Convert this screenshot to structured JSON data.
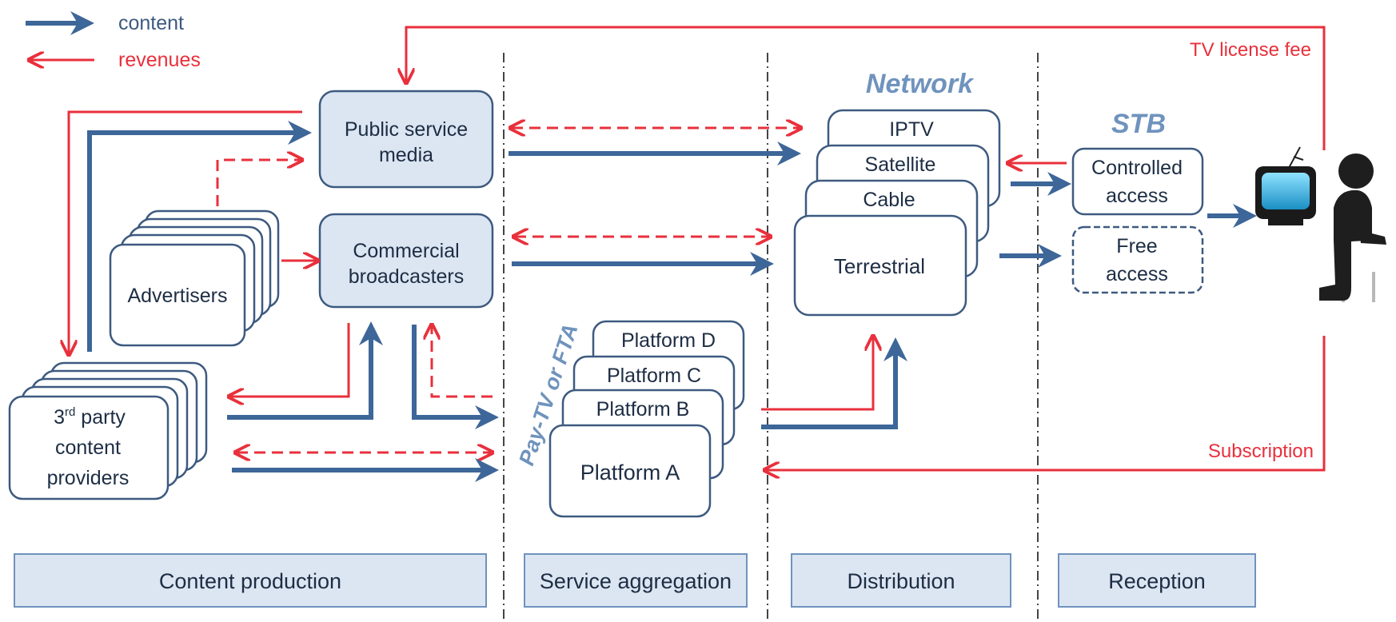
{
  "legend": {
    "content_label": "content",
    "revenues_label": "revenues"
  },
  "colors": {
    "content": "#3d6699",
    "revenue": "#e8303c",
    "box_fill_blue": "#dce6f2",
    "box_stroke": "#3d5a80",
    "heading": "#6f93bd",
    "label_text": "#1d2d44"
  },
  "nodes": {
    "public_service_media": [
      "Public service",
      "media"
    ],
    "commercial_broadcasters": [
      "Commercial",
      "broadcasters"
    ],
    "advertisers": "Advertisers",
    "third_party": {
      "line1_pre": "3",
      "line1_sup": "rd",
      "line1_post": " party",
      "line2": "content",
      "line3": "providers"
    },
    "platforms": [
      "Platform D",
      "Platform C",
      "Platform B",
      "Platform A"
    ],
    "pay_tv_label": "Pay-TV or FTA",
    "network_heading": "Network",
    "networks": [
      "IPTV",
      "Satellite",
      "Cable",
      "Terrestrial"
    ],
    "stb_heading": "STB",
    "controlled_access": [
      "Controlled",
      "access"
    ],
    "free_access": [
      "Free",
      "access"
    ]
  },
  "flows": {
    "tv_license_fee": "TV license fee",
    "subscription": "Subscription"
  },
  "stages": [
    "Content production",
    "Service aggregation",
    "Distribution",
    "Reception"
  ]
}
